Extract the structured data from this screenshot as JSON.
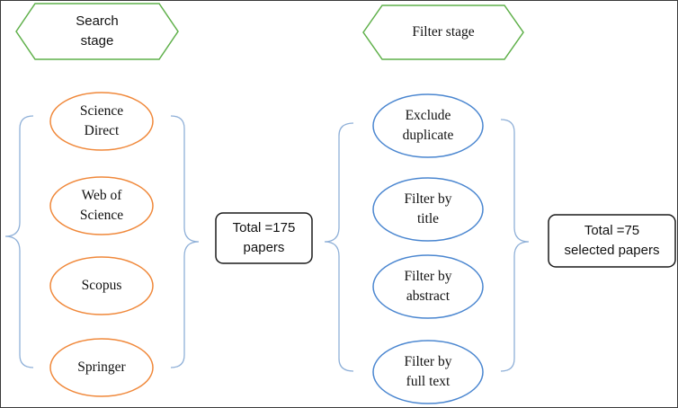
{
  "colors": {
    "stage_border": "#5fb04a",
    "source_border": "#f0883a",
    "filter_border": "#4a86d0",
    "brace": "#8fb0d8",
    "box_border": "#1a1a1a",
    "frame": "#3a3a3a"
  },
  "search_stage": {
    "label": "Search\nstage",
    "sources": [
      "Science\nDirect",
      "Web of\nScience",
      "Scopus",
      "Springer"
    ]
  },
  "filter_stage": {
    "label": "Filter stage",
    "steps": [
      "Exclude\nduplicate",
      "Filter by\ntitle",
      "Filter by\nabstract",
      "Filter by\nfull text"
    ]
  },
  "totals": {
    "search_total": "Total =175\npapers",
    "selected_total": "Total =75\nselected papers"
  }
}
